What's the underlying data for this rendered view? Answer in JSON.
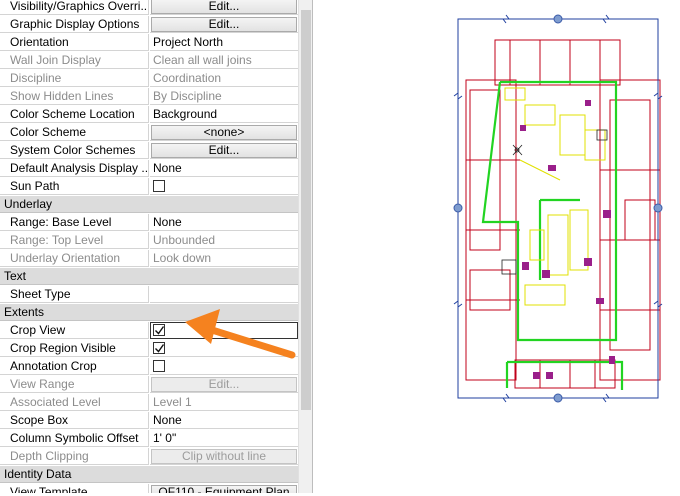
{
  "properties": {
    "rows": [
      {
        "label": "Visibility/Graphics Overri...",
        "value": "Edit...",
        "kind": "button"
      },
      {
        "label": "Graphic Display Options",
        "value": "Edit...",
        "kind": "button"
      },
      {
        "label": "Orientation",
        "value": "Project North",
        "kind": "text"
      },
      {
        "label": "Wall Join Display",
        "value": "Clean all wall joins",
        "kind": "text",
        "disabled": true
      },
      {
        "label": "Discipline",
        "value": "Coordination",
        "kind": "text",
        "disabled": true
      },
      {
        "label": "Show Hidden Lines",
        "value": "By Discipline",
        "kind": "text",
        "disabled": true
      },
      {
        "label": "Color Scheme Location",
        "value": "Background",
        "kind": "text"
      },
      {
        "label": "Color Scheme",
        "value": "<none>",
        "kind": "button"
      },
      {
        "label": "System Color Schemes",
        "value": "Edit...",
        "kind": "button"
      },
      {
        "label": "Default Analysis Display ...",
        "value": "None",
        "kind": "text"
      },
      {
        "label": "Sun Path",
        "value": "",
        "kind": "checkbox",
        "checked": false
      },
      {
        "section": "Underlay"
      },
      {
        "label": "Range: Base Level",
        "value": "None",
        "kind": "text"
      },
      {
        "label": "Range: Top Level",
        "value": "Unbounded",
        "kind": "text",
        "disabled": true
      },
      {
        "label": "Underlay Orientation",
        "value": "Look down",
        "kind": "text",
        "disabled": true
      },
      {
        "section": "Text"
      },
      {
        "label": "Sheet Type",
        "value": "",
        "kind": "text"
      },
      {
        "section": "Extents"
      },
      {
        "label": "Crop View",
        "value": "",
        "kind": "checkbox",
        "checked": true,
        "highlight": true
      },
      {
        "label": "Crop Region Visible",
        "value": "",
        "kind": "checkbox",
        "checked": true
      },
      {
        "label": "Annotation Crop",
        "value": "",
        "kind": "checkbox",
        "checked": false
      },
      {
        "label": "View Range",
        "value": "Edit...",
        "kind": "button",
        "disabled": true
      },
      {
        "label": "Associated Level",
        "value": "Level 1",
        "kind": "text",
        "disabled": true
      },
      {
        "label": "Scope Box",
        "value": "None",
        "kind": "text"
      },
      {
        "label": "Column Symbolic Offset",
        "value": "1'  0\"",
        "kind": "text"
      },
      {
        "label": "Depth Clipping",
        "value": "Clip without line",
        "kind": "button",
        "disabled": true
      },
      {
        "section": "Identity Data"
      },
      {
        "label": "View Template",
        "value": "QF110 - Equipment Plan",
        "kind": "button"
      }
    ]
  },
  "icons": {
    "collapse": "chevron-up-double-icon",
    "check": "checkmark-icon"
  },
  "colors": {
    "arrow": "#f5821f",
    "crop_region": "#1f3f9f",
    "walls_green": "#22d422",
    "walls_red": "#c0001a",
    "equipment_yellow": "#e0e000",
    "magenta": "#9a1f8a"
  }
}
